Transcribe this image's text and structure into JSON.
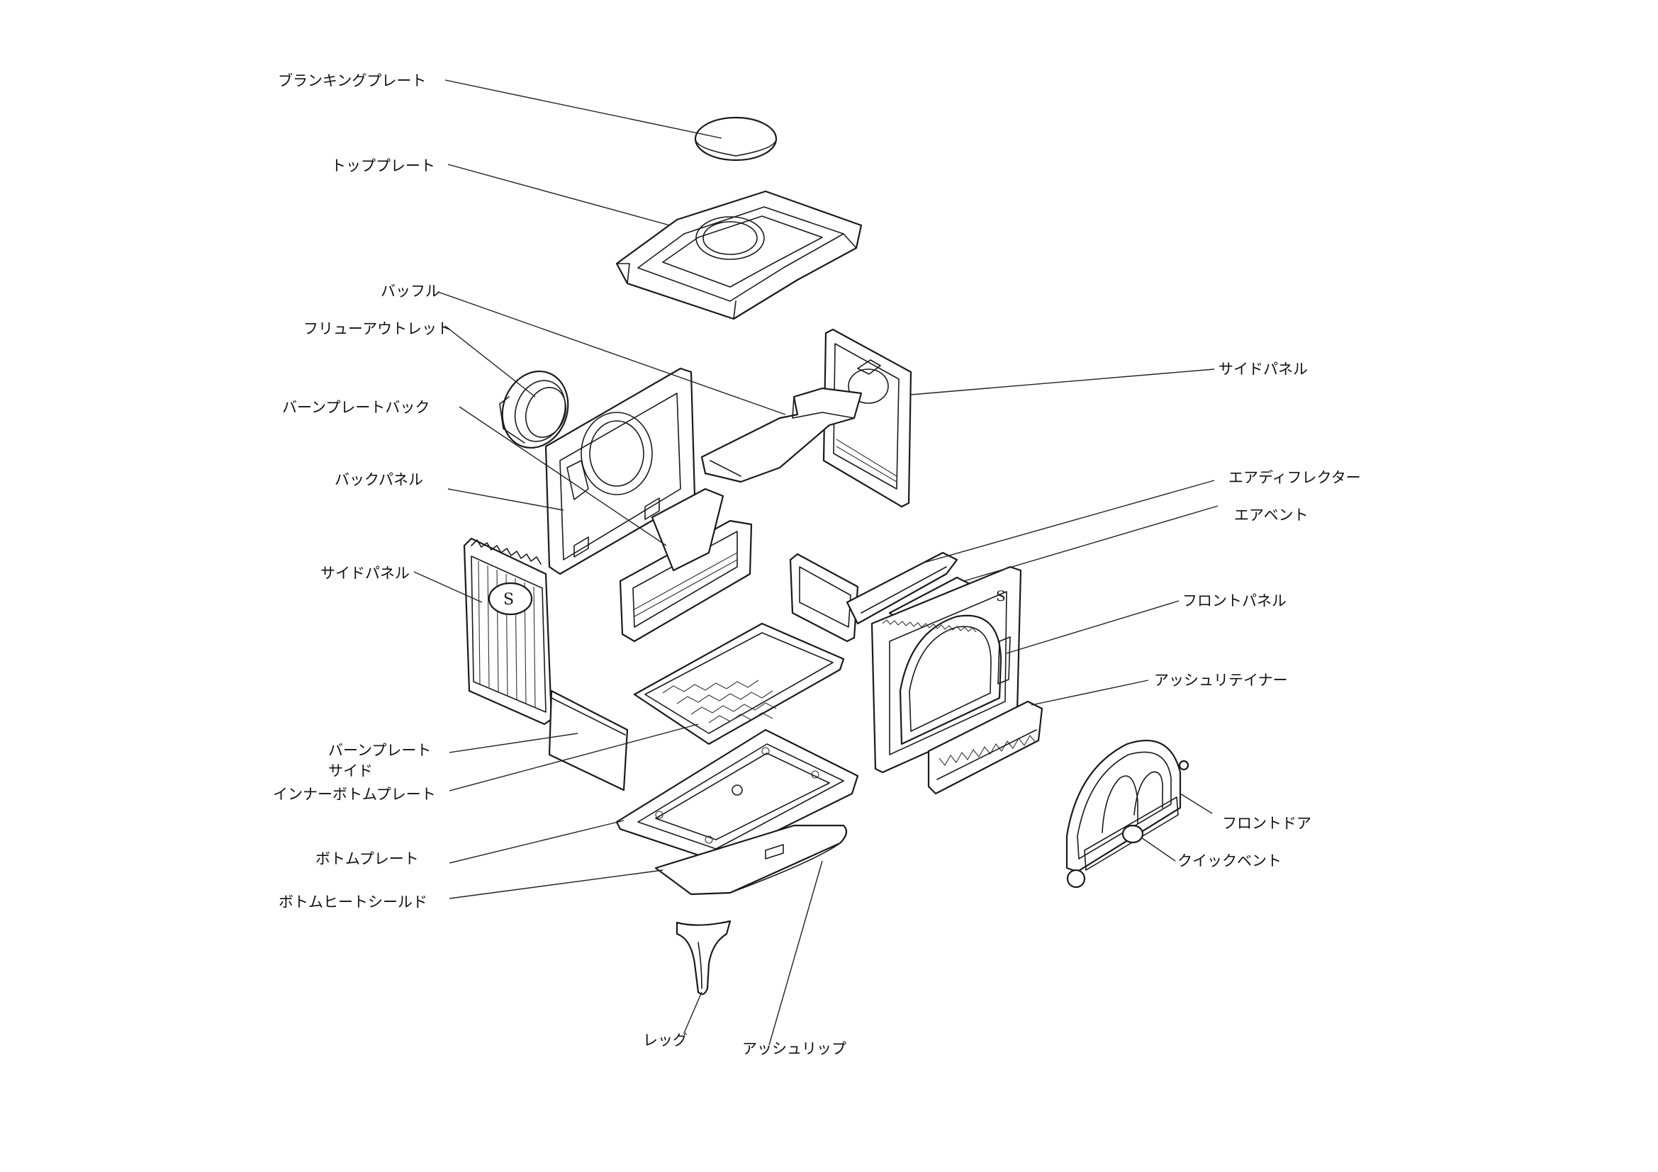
{
  "labels": {
    "blanking_plate": "ブランキングプレート",
    "top_plate": "トッププレート",
    "baffle": "バッフル",
    "flue_outlet": "フリューアウトレット",
    "burn_plate_back": "バーンプレートバック",
    "back_panel": "バックパネル",
    "side_panel_left": "サイドパネル",
    "burn_plate_side_1": "バーンプレート",
    "burn_plate_side_2": "サイド",
    "inner_bottom_plate": "インナーボトムプレート",
    "bottom_plate": "ボトムプレート",
    "bottom_heat_shield": "ボトムヒートシールド",
    "leg": "レッグ",
    "ash_lip": "アッシュリップ",
    "side_panel_right": "サイドパネル",
    "air_deflector": "エアディフレクター",
    "air_vent": "エアベント",
    "front_panel": "フロントパネル",
    "ash_retainer": "アッシュリテイナー",
    "front_door": "フロントドア",
    "quick_vent": "クイックベント"
  },
  "colors": {
    "line": "#1a1a1a",
    "background": "#ffffff"
  }
}
